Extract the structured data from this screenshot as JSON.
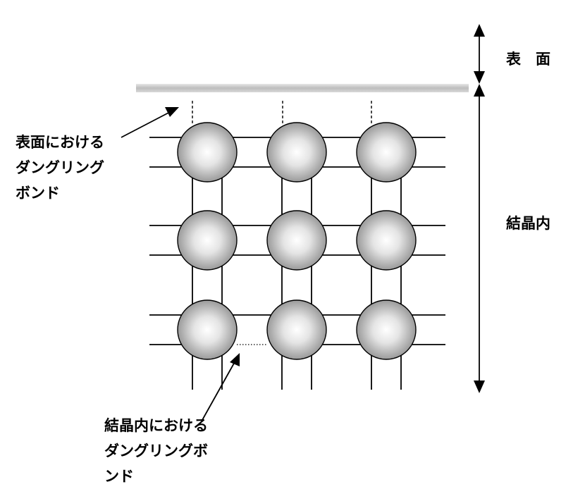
{
  "labels": {
    "surface_region": "表　面",
    "bulk_region": "結晶内",
    "surface_dangling_bond": [
      "表面における",
      "ダングリング",
      "ボンド"
    ],
    "bulk_dangling_bond": [
      "結晶内における",
      "ダングリングボ",
      "ンド"
    ]
  },
  "lattice": {
    "rows": 3,
    "cols": 3,
    "missing_bond": {
      "row": 3,
      "between_cols": [
        1,
        2
      ],
      "side": "lower"
    }
  },
  "colors": {
    "atom_highlight": "#ffffff",
    "atom_shade": "#9a9a9a",
    "atom_outline": "#000000",
    "surface_bar": "#bdbdbd",
    "bond": "#000000"
  }
}
